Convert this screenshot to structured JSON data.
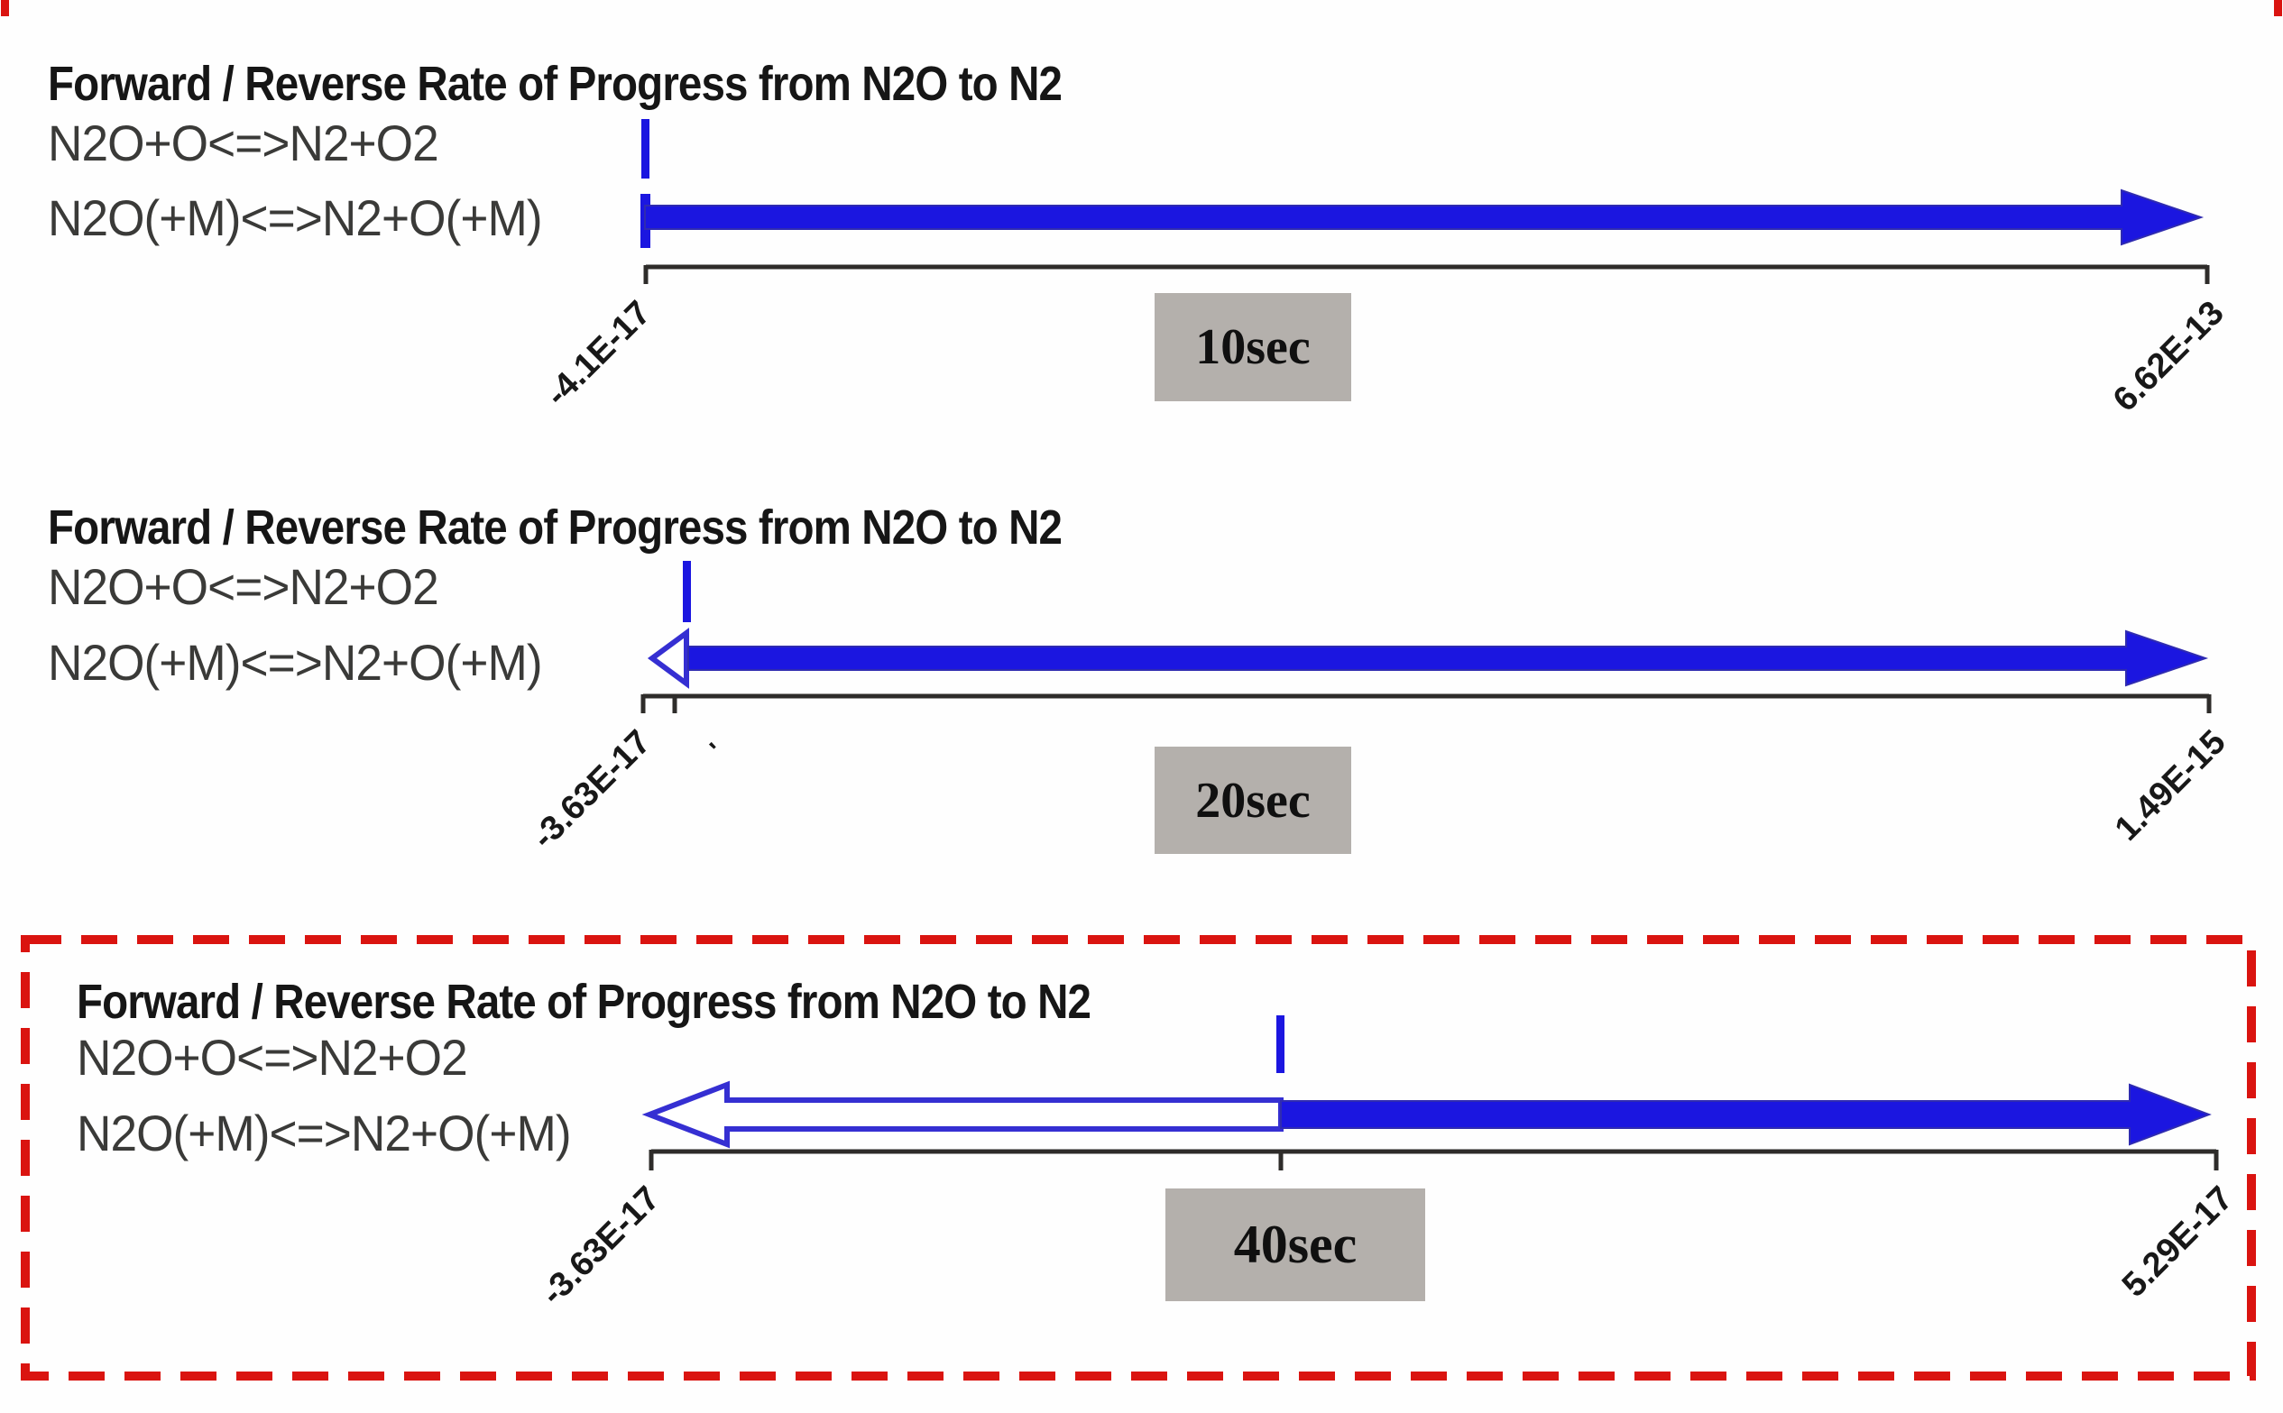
{
  "figure": {
    "description": "Forward / Reverse rate of progress arrow diagrams from N2O to N2 at three reaction times; the 40sec panel is highlighted with a red dashed box"
  },
  "colors": {
    "arrow_blue": "#1b16e0",
    "arrow_blue_dark": "#2f2bb0",
    "open_arrow_outline": "#352fd2",
    "open_arrow_fill": "#ffffff",
    "axis": "#2e2c2a",
    "title_text": "#161616",
    "reaction_text": "#3a3a38",
    "tick_label_text": "#181818",
    "time_box_bg": "#b4b0ac",
    "highlight_red": "#da1410"
  },
  "panels": [
    {
      "title": "Forward / Reverse Rate of Progress from N2O to N2",
      "time_label": "10sec",
      "reaction_labels": [
        "N2O+O<=>N2+O2",
        "N2O(+M)<=>N2+O(+M)"
      ],
      "axis": {
        "min_label": "-4.1E-17",
        "max_label": "6.62E-13"
      },
      "highlighted": false
    },
    {
      "title": "Forward / Reverse Rate of Progress from N2O to N2",
      "time_label": "20sec",
      "reaction_labels": [
        "N2O+O<=>N2+O2",
        "N2O(+M)<=>N2+O(+M)"
      ],
      "axis": {
        "min_label": "-3.63E-17",
        "max_label": "1.49E-15",
        "near_zero_tick_label": "'"
      },
      "highlighted": false
    },
    {
      "title": "Forward / Reverse Rate of Progress from N2O to N2",
      "time_label": "40sec",
      "reaction_labels": [
        "N2O+O<=>N2+O2",
        "N2O(+M)<=>N2+O(+M)"
      ],
      "axis": {
        "min_label": "-3.63E-17",
        "max_label": "5.29E-17"
      },
      "highlighted": true
    }
  ],
  "chart_data": [
    {
      "type": "bar",
      "orientation": "horizontal",
      "title": "Forward / Reverse Rate of Progress from N2O to N2",
      "time": "10sec",
      "categories": [
        "N2O+O<=>N2+O2",
        "N2O(+M)<=>N2+O(+M)"
      ],
      "series": [
        {
          "name": "forward rate of progress",
          "values": [
            0,
            6.62e-13
          ]
        },
        {
          "name": "reverse rate of progress",
          "values": [
            0,
            -4.1e-17
          ]
        }
      ],
      "xlim": [
        -4.1e-17,
        6.62e-13
      ],
      "legend": false,
      "annotations": [
        "10sec"
      ]
    },
    {
      "type": "bar",
      "orientation": "horizontal",
      "title": "Forward / Reverse Rate of Progress from N2O to N2",
      "time": "20sec",
      "categories": [
        "N2O+O<=>N2+O2",
        "N2O(+M)<=>N2+O(+M)"
      ],
      "series": [
        {
          "name": "forward rate of progress",
          "values": [
            0,
            1.49e-15
          ]
        },
        {
          "name": "reverse rate of progress",
          "values": [
            0,
            -3.63e-17
          ]
        }
      ],
      "xlim": [
        -3.63e-17,
        1.49e-15
      ],
      "legend": false,
      "annotations": [
        "20sec"
      ]
    },
    {
      "type": "bar",
      "orientation": "horizontal",
      "title": "Forward / Reverse Rate of Progress from N2O to N2",
      "time": "40sec",
      "categories": [
        "N2O+O<=>N2+O2",
        "N2O(+M)<=>N2+O(+M)"
      ],
      "series": [
        {
          "name": "forward rate of progress",
          "values": [
            0,
            5.29e-17
          ]
        },
        {
          "name": "reverse rate of progress",
          "values": [
            0,
            -3.63e-17
          ]
        }
      ],
      "xlim": [
        -3.63e-17,
        5.29e-17
      ],
      "legend": false,
      "annotations": [
        "40sec"
      ],
      "highlighted": true
    }
  ]
}
